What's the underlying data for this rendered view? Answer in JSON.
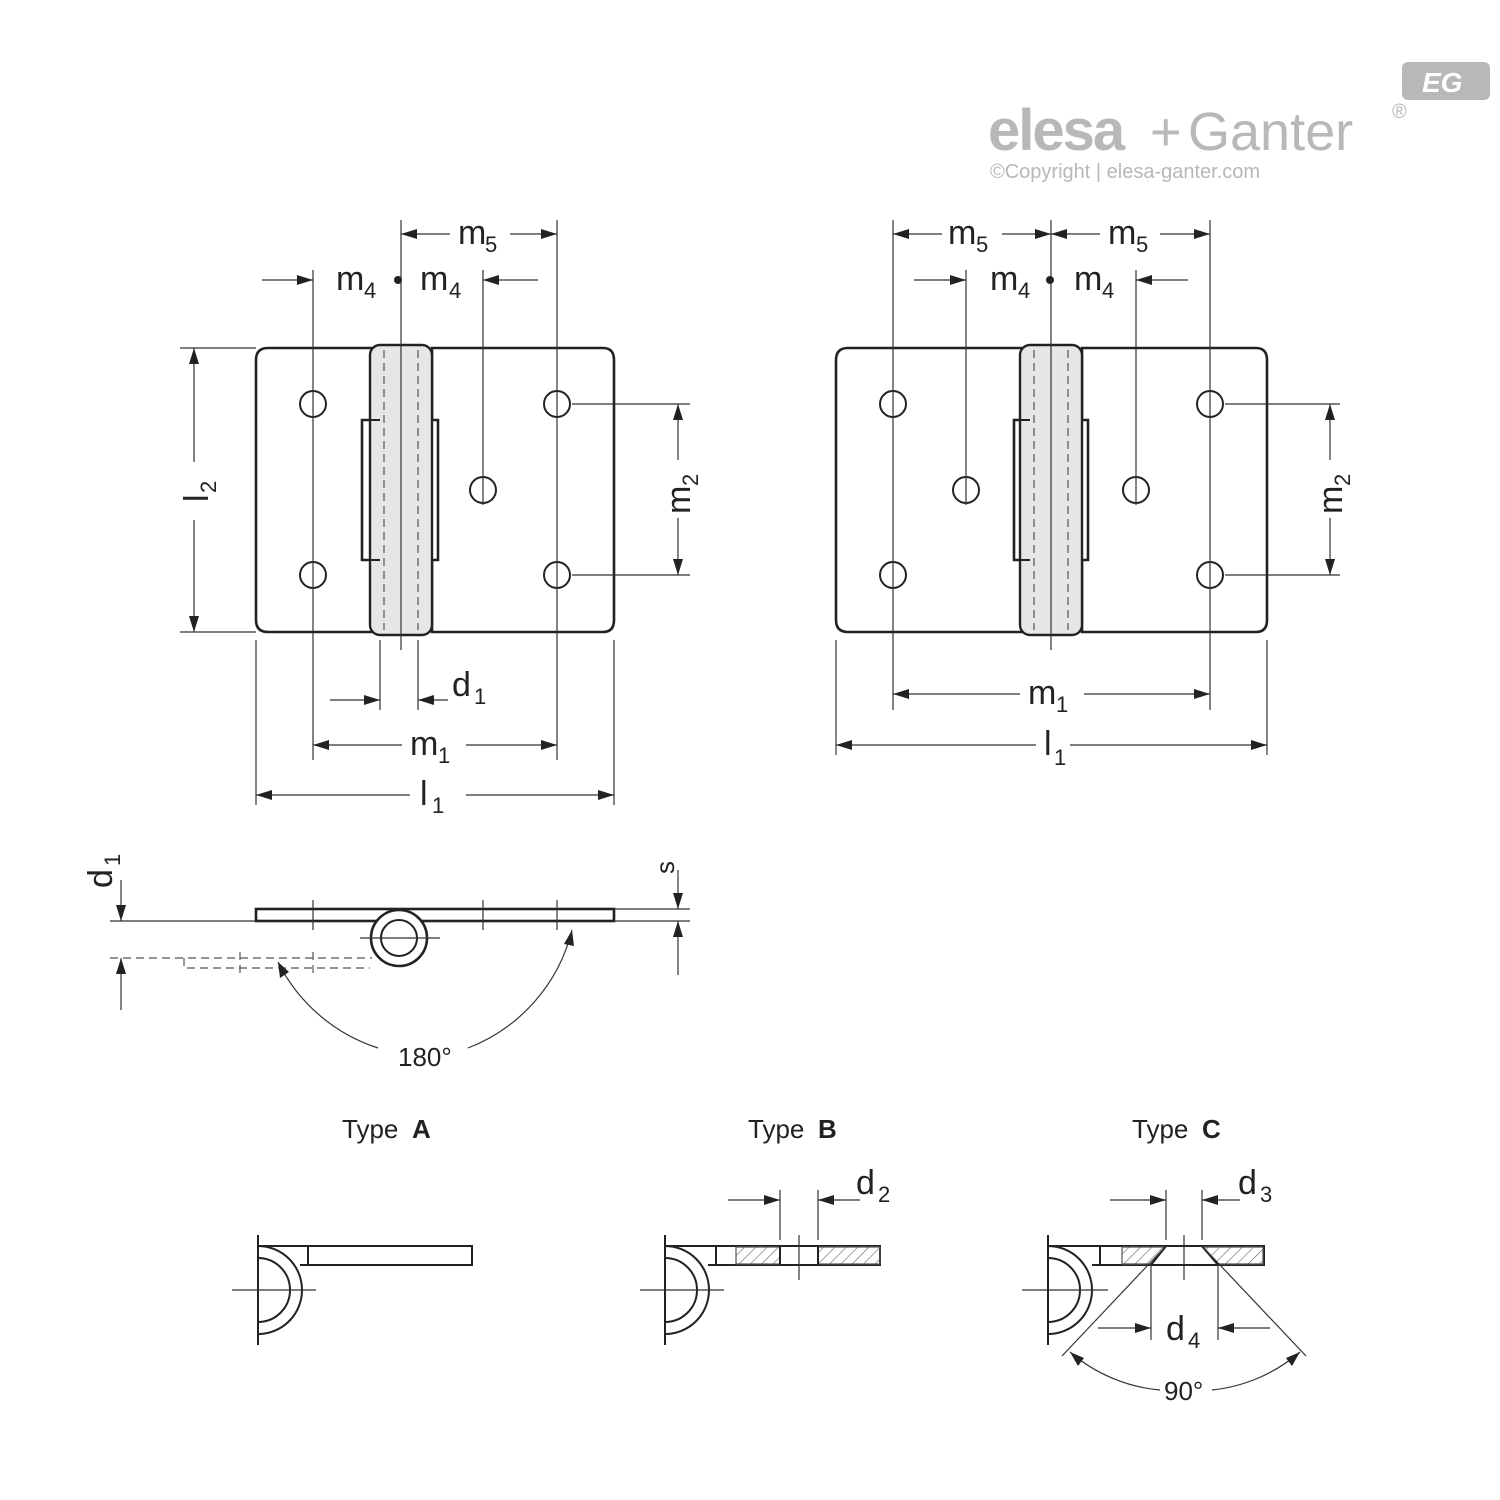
{
  "brand": {
    "name_elesa": "elesa",
    "plus": "+",
    "name_ganter": "Ganter",
    "registered": "®",
    "badge": "EG",
    "copyright": "©Copyright | elesa-ganter.com"
  },
  "dims": {
    "l": "l",
    "m": "m",
    "d": "d",
    "s": "s",
    "sub1": "1",
    "sub2": "2",
    "sub3": "3",
    "sub4": "4",
    "sub5": "5"
  },
  "angles": {
    "open": "180°",
    "countersink": "90°"
  },
  "types": [
    {
      "prefix": "Type ",
      "letter": "A"
    },
    {
      "prefix": "Type ",
      "letter": "B"
    },
    {
      "prefix": "Type ",
      "letter": "C"
    }
  ],
  "colors": {
    "line": "#222222",
    "knuckle_fill": "#e6e6e6",
    "watermark": "#b8b8b8"
  }
}
